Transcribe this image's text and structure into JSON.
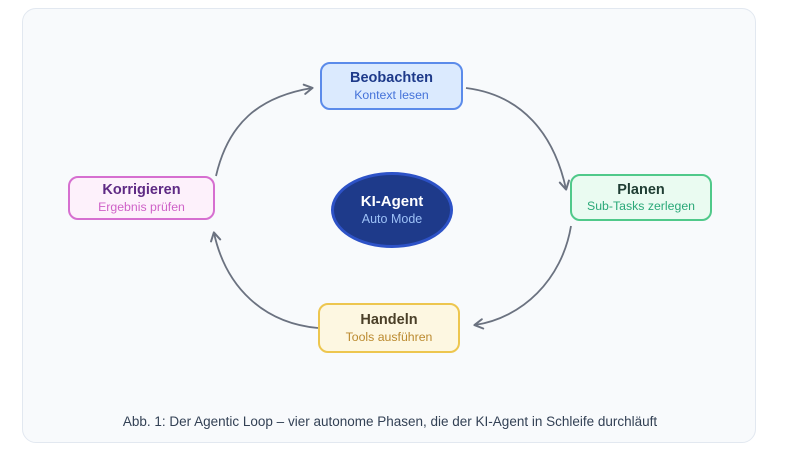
{
  "figure": {
    "caption": "Abb. 1: Der Agentic Loop – vier autonome Phasen, die der KI-Agent in Schleife durchläuft"
  },
  "diagram": {
    "center": {
      "title": "KI-Agent",
      "subtitle": "Auto Mode",
      "fill": "#1e3a8a",
      "border": "#2d52c7",
      "title_color": "#ffffff",
      "subtitle_color": "#9dc1f7"
    },
    "nodes": [
      {
        "id": "beobachten",
        "title": "Beobachten",
        "subtitle": "Kontext lesen",
        "fill": "#dbeafe",
        "border": "#5b8bea",
        "title_color": "#1e3a8a",
        "subtitle_color": "#4472d9"
      },
      {
        "id": "planen",
        "title": "Planen",
        "subtitle": "Sub-Tasks zerlegen",
        "fill": "#eafbf1",
        "border": "#50c98a",
        "title_color": "#1f3d33",
        "subtitle_color": "#2aa878"
      },
      {
        "id": "handeln",
        "title": "Handeln",
        "subtitle": "Tools ausführen",
        "fill": "#fdf7e1",
        "border": "#edc64f",
        "title_color": "#4a3f28",
        "subtitle_color": "#bb8a2f"
      },
      {
        "id": "korrigieren",
        "title": "Korrigieren",
        "subtitle": "Ergebnis prüfen",
        "fill": "#fdf1fb",
        "border": "#d66fd0",
        "title_color": "#5e2a84",
        "subtitle_color": "#cf62c8"
      }
    ],
    "edges": [
      {
        "from": "Beobachten",
        "to": "Planen"
      },
      {
        "from": "Planen",
        "to": "Handeln"
      },
      {
        "from": "Handeln",
        "to": "Korrigieren"
      },
      {
        "from": "Korrigieren",
        "to": "Beobachten"
      }
    ],
    "colors": {
      "arrow": "#6b7280",
      "card_background": "#f8fafc",
      "card_border": "#e2e8f0",
      "page_background": "#ffffff"
    }
  }
}
